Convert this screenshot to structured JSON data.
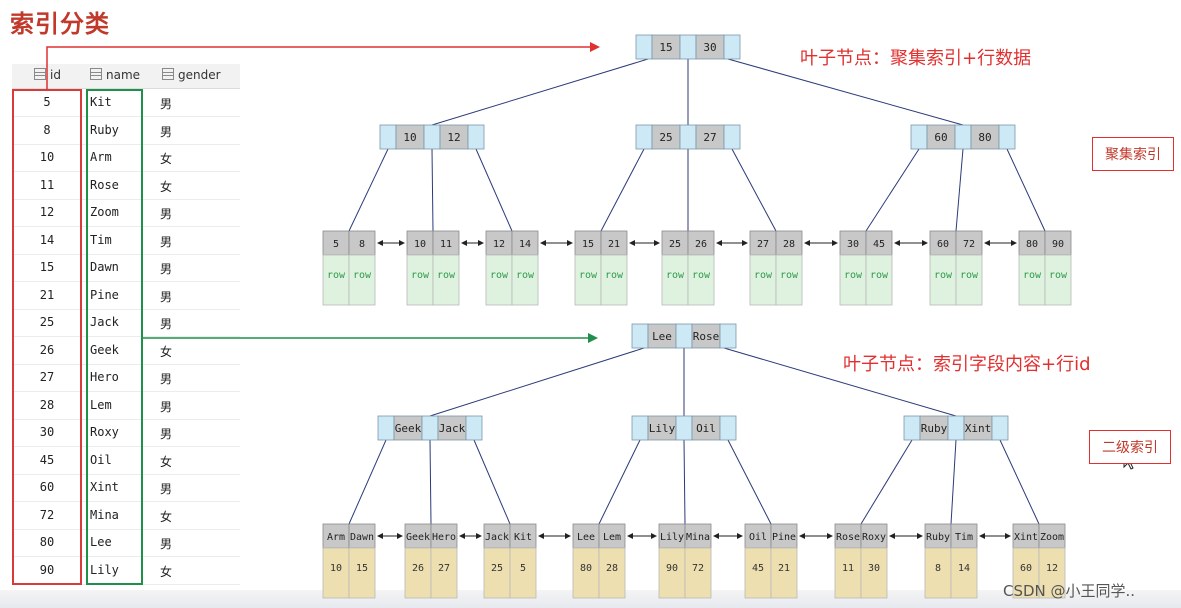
{
  "title": "索引分类",
  "table": {
    "headers": [
      "id",
      "name",
      "gender"
    ],
    "rows": [
      [
        "5",
        "Kit",
        "男"
      ],
      [
        "8",
        "Ruby",
        "男"
      ],
      [
        "10",
        "Arm",
        "女"
      ],
      [
        "11",
        "Rose",
        "女"
      ],
      [
        "12",
        "Zoom",
        "男"
      ],
      [
        "14",
        "Tim",
        "男"
      ],
      [
        "15",
        "Dawn",
        "男"
      ],
      [
        "21",
        "Pine",
        "男"
      ],
      [
        "25",
        "Jack",
        "男"
      ],
      [
        "26",
        "Geek",
        "女"
      ],
      [
        "27",
        "Hero",
        "男"
      ],
      [
        "28",
        "Lem",
        "男"
      ],
      [
        "30",
        "Roxy",
        "男"
      ],
      [
        "45",
        "Oil",
        "女"
      ],
      [
        "60",
        "Xint",
        "男"
      ],
      [
        "72",
        "Mina",
        "女"
      ],
      [
        "80",
        "Lee",
        "男"
      ],
      [
        "90",
        "Lily",
        "女"
      ]
    ]
  },
  "clustered": {
    "annotation": "叶子节点：聚集索引+行数据",
    "tag": "聚集索引",
    "root": [
      "15",
      "30"
    ],
    "level2": [
      [
        "10",
        "12"
      ],
      [
        "25",
        "27"
      ],
      [
        "60",
        "80"
      ]
    ],
    "leaves": [
      [
        "5",
        "8"
      ],
      [
        "10",
        "11"
      ],
      [
        "12",
        "14"
      ],
      [
        "15",
        "21"
      ],
      [
        "25",
        "26"
      ],
      [
        "27",
        "28"
      ],
      [
        "30",
        "45"
      ],
      [
        "60",
        "72"
      ],
      [
        "80",
        "90"
      ]
    ],
    "leaf_value": "row"
  },
  "secondary": {
    "annotation": "叶子节点：索引字段内容+行id",
    "tag": "二级索引",
    "root": [
      "Lee",
      "Rose"
    ],
    "level2": [
      [
        "Geek",
        "Jack"
      ],
      [
        "Lily",
        "Oil"
      ],
      [
        "Ruby",
        "Xint"
      ]
    ],
    "leaves": [
      {
        "keys": [
          "Arm",
          "Dawn"
        ],
        "ids": [
          "10",
          "15"
        ]
      },
      {
        "keys": [
          "Geek",
          "Hero"
        ],
        "ids": [
          "26",
          "27"
        ]
      },
      {
        "keys": [
          "Jack",
          "Kit"
        ],
        "ids": [
          "25",
          "5"
        ]
      },
      {
        "keys": [
          "Lee",
          "Lem"
        ],
        "ids": [
          "80",
          "28"
        ]
      },
      {
        "keys": [
          "Lily",
          "Mina"
        ],
        "ids": [
          "90",
          "72"
        ]
      },
      {
        "keys": [
          "Oil",
          "Pine"
        ],
        "ids": [
          "45",
          "21"
        ]
      },
      {
        "keys": [
          "Rose",
          "Roxy"
        ],
        "ids": [
          "11",
          "30"
        ]
      },
      {
        "keys": [
          "Ruby",
          "Tim"
        ],
        "ids": [
          "8",
          "14"
        ]
      },
      {
        "keys": [
          "Xint",
          "Zoom"
        ],
        "ids": [
          "60",
          "12"
        ]
      }
    ]
  },
  "watermark": "CSDN @小王同学..",
  "colors": {
    "accent_red": "#e03030",
    "accent_green": "#1f8f4a",
    "node_blue": "#cde9f5",
    "node_gray": "#c8c8c8",
    "row_green": "#dff2df",
    "row_text": "#2e9a4a",
    "id_tan": "#eedfb0",
    "line_navy": "#2c3a7a"
  }
}
